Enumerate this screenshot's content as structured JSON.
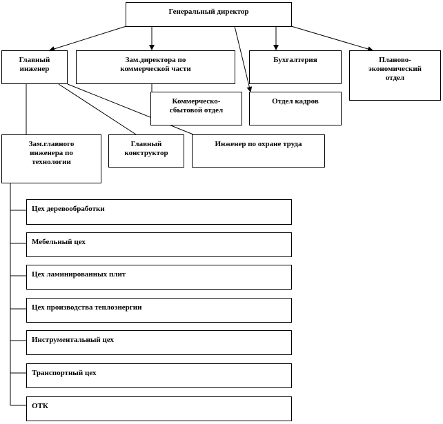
{
  "org_chart": {
    "director": "Генеральный директор",
    "chief_engineer": "Главный\nинженер",
    "deputy_commercial": "Зам.директора по\nкоммерческой части",
    "accounting": "Бухгалтерия",
    "planning_economic": "Планово-\nэкономический\nотдел",
    "commercial_sales": "Коммерческо-\nсбытовой отдел",
    "hr": "Отдел кадров",
    "deputy_chief_engineer": "Зам.главного\nинженера по\nтехнологии",
    "chief_designer": "Главный\nконструктор",
    "safety_engineer": "Инженер по охране труда",
    "workshops": [
      "Цех деревообработки",
      "Мебельный цех",
      "Цех ламинированных плит",
      "Цех производства теплоэнергии",
      "Инструментальный цех",
      "Транспортный цех",
      "ОТК"
    ]
  }
}
